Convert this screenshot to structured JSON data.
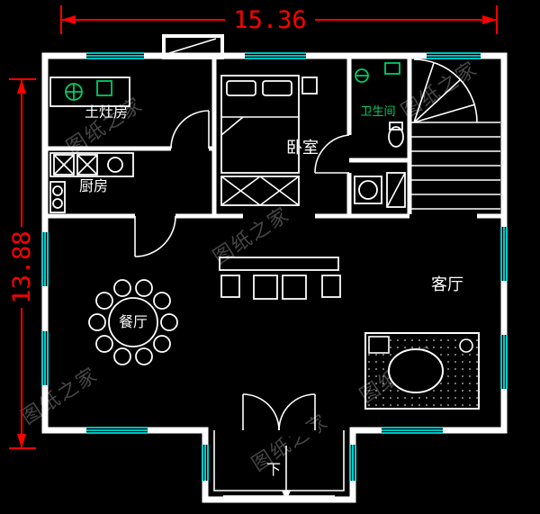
{
  "dimensions": {
    "width": "15.36",
    "height": "13.88"
  },
  "rooms": {
    "stove_room": "土灶房",
    "kitchen": "厨房",
    "bedroom": "卧室",
    "bathroom": "卫生间",
    "living_room": "客厅",
    "dining_room": "餐厅",
    "entrance_down": "下"
  },
  "watermark": {
    "text": "图纸之家"
  },
  "colors": {
    "background": "#000000",
    "wall_line": "#ffffff",
    "dimension_red": "#ff0000",
    "window_cyan": "#00ffff",
    "fixture_green": "#00cc66",
    "watermark_gray": "#4f4f4f"
  }
}
